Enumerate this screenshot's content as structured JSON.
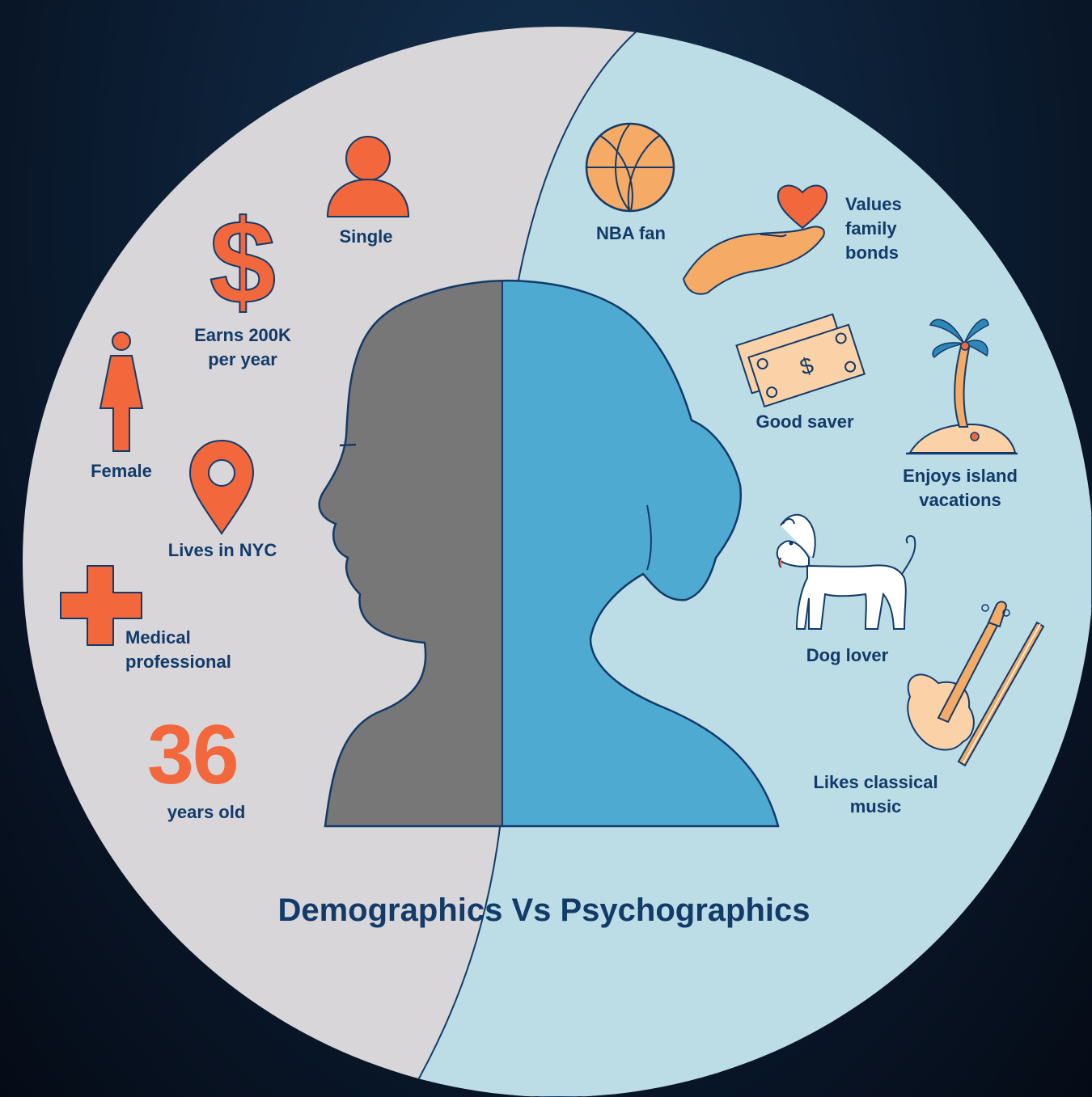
{
  "title": "Demographics Vs Psychographics",
  "demographics": {
    "single": "Single",
    "income_line1": "Earns 200K",
    "income_line2": "per year",
    "gender": "Female",
    "location": "Lives in NYC",
    "occupation_line1": "Medical",
    "occupation_line2": "professional",
    "age_number": "36",
    "age_label": "years old"
  },
  "psychographics": {
    "sports": "NBA fan",
    "values_line1": "Values",
    "values_line2": "family",
    "values_line3": "bonds",
    "saver": "Good saver",
    "vacation_line1": "Enjoys island",
    "vacation_line2": "vacations",
    "pet": "Dog lover",
    "music_line1": "Likes classical",
    "music_line2": "music"
  },
  "icons": {
    "single": "person-icon",
    "income": "dollar-icon",
    "gender": "female-icon",
    "location": "map-pin-icon",
    "occupation": "medical-cross-icon",
    "sports": "basketball-icon",
    "values": "heart-hand-icon",
    "saver": "money-bills-icon",
    "vacation": "palm-island-icon",
    "pet": "dog-icon",
    "music": "violin-icon"
  },
  "colors": {
    "demographics_bg": "#d8d6d9",
    "psychographics_bg": "#bcdce6",
    "silhouette_left": "#777777",
    "silhouette_right": "#4faad1",
    "accent_orange": "#f2683c",
    "soft_orange": "#f5aa66",
    "text_navy": "#123b6a"
  }
}
